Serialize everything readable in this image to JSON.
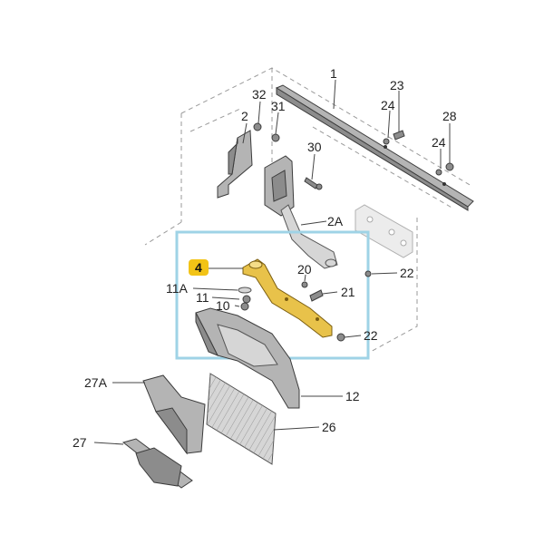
{
  "callouts": {
    "c1": "1",
    "c2": "2",
    "c2a": "2A",
    "c4": "4",
    "c10": "10",
    "c11": "11",
    "c11a": "11A",
    "c12": "12",
    "c20": "20",
    "c21": "21",
    "c22a": "22",
    "c22b": "22",
    "c23": "23",
    "c24a": "24",
    "c24b": "24",
    "c26": "26",
    "c27": "27",
    "c27a": "27A",
    "c28": "28",
    "c30": "30",
    "c31": "31",
    "c32": "32"
  },
  "colors": {
    "highlight_box": "#9fd3e6",
    "highlight_part": "#e8c24a",
    "badge": "#f2c316"
  }
}
